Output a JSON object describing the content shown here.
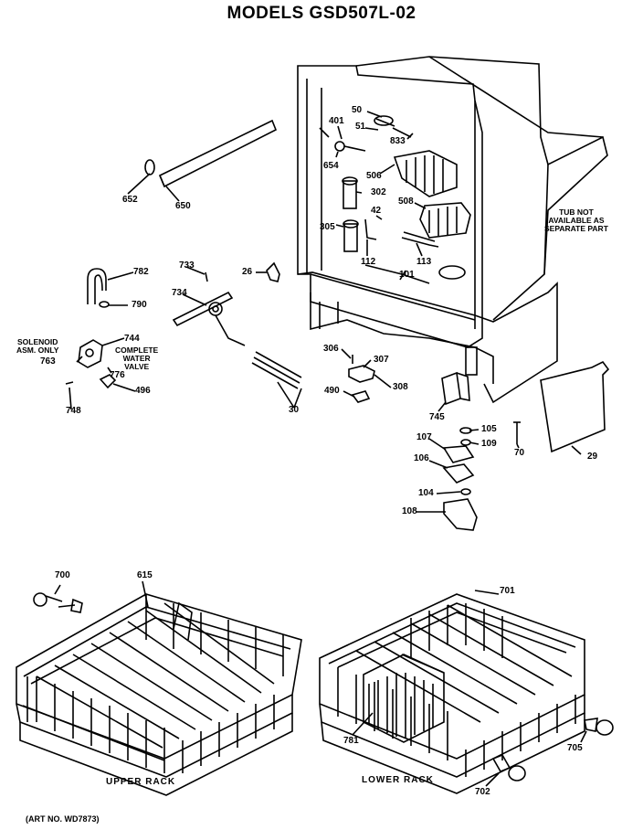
{
  "title": "MODELS GSD507L-02",
  "art_number": "(ART NO. WD7873)",
  "notes": {
    "tub_not_available": [
      "TUB NOT",
      "AVAILABLE AS",
      "SEPARATE PART"
    ],
    "solenoid_asm": [
      "SOLENOID",
      "ASM. ONLY"
    ],
    "complete_water_valve": [
      "COMPLETE",
      "WATER",
      "VALVE"
    ]
  },
  "captions": {
    "upper_rack": "UPPER RACK",
    "lower_rack": "LOWER RACK"
  },
  "part_labels": [
    "50",
    "401",
    "51",
    "833",
    "654",
    "506",
    "302",
    "508",
    "42",
    "305",
    "112",
    "113",
    "101",
    "652",
    "650",
    "782",
    "733",
    "26",
    "734",
    "790",
    "744",
    "763",
    "776",
    "496",
    "748",
    "30",
    "306",
    "307",
    "490",
    "308",
    "745",
    "105",
    "107",
    "109",
    "70",
    "106",
    "29",
    "104",
    "108",
    "700",
    "615",
    "701",
    "781",
    "705",
    "702"
  ]
}
